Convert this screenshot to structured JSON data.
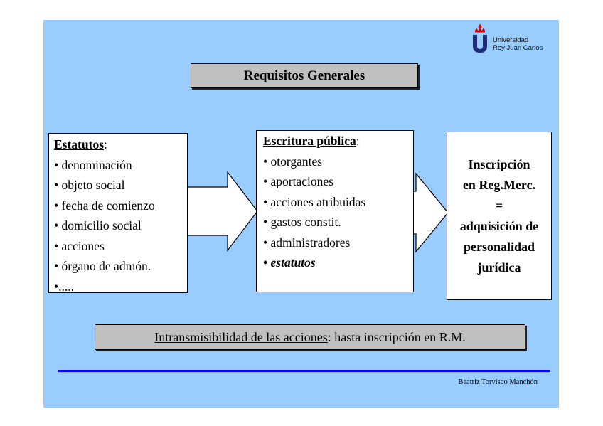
{
  "logo": {
    "line1": "Universidad",
    "line2": "Rey Juan Carlos"
  },
  "title": "Requisitos Generales",
  "statutes": {
    "heading": "Estatutos",
    "suffix": ":",
    "items": [
      "denominación",
      "objeto social",
      "fecha de comienzo",
      "domicilio social",
      "acciones",
      "órgano de admón."
    ],
    "last_item": "....."
  },
  "deed": {
    "heading": "Escritura pública",
    "suffix": ":",
    "items": [
      "otorgantes",
      "aportaciones",
      "acciones atribuidas",
      "gastos constit.",
      "administradores"
    ],
    "emphasized_item": "estatutos"
  },
  "registration": {
    "lines": [
      "Inscripción",
      "en Reg.Merc.",
      "=",
      "adquisición de",
      "personalidad",
      "jurídica"
    ]
  },
  "note": {
    "lead": "Intransmisibilidad de las acciones",
    "rest": ": hasta inscripción en R.M."
  },
  "author": "Beatriz Torvisco Manchón",
  "colors": {
    "background": "#99ccff",
    "rule": "#0000ff",
    "title_box": "#c0c0c0",
    "logo_red": "#cc0000",
    "logo_navy": "#1f2a7a"
  }
}
